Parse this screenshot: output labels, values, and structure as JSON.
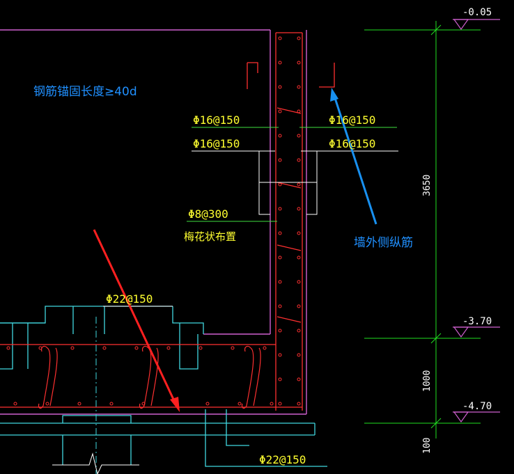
{
  "colors": {
    "background": "#000000",
    "rebar": "#ff3030",
    "concrete": "#d060d0",
    "footing": "#40d8e0",
    "dim": "#20e020",
    "leader": "#ffffff",
    "label_yellow": "#ffff30",
    "note_blue": "#2090ff",
    "arrow_red": "#ff2020",
    "arrow_blue": "#1890f0"
  },
  "annotations": {
    "anchor_note": "钢筋锚固长度≥40d",
    "wall_outer_note": "墙外侧纵筋",
    "rebar_in_top_1": "Φ16@150",
    "rebar_out_top_1": "Φ16@150",
    "rebar_in_top_2": "Φ16@150",
    "rebar_out_top_2": "Φ16@150",
    "tie_bar": "Φ8@300",
    "tie_layout": "梅花状布置",
    "slab_top": "Φ22@150",
    "slab_bottom": "Φ22@150"
  },
  "elevations": {
    "top": "-0.05",
    "mid": "-3.70",
    "bottom": "-4.70"
  },
  "dimensions": {
    "wall_height": "3650",
    "slab_thickness": "1000",
    "cushion": "100"
  }
}
